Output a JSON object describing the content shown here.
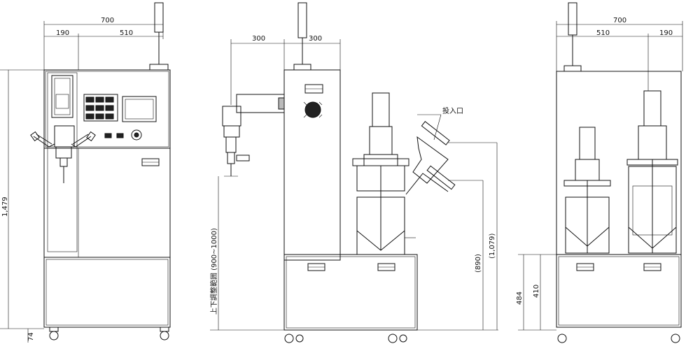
{
  "dimensions": {
    "left_width_total": "700",
    "left_width_a": "190",
    "left_width_b": "510",
    "left_height": "1,479",
    "left_base": "74",
    "side_arm": "300",
    "side_panel": "300",
    "adjust_range": "上下調整範囲 (900~1000)",
    "height_890": "(890)",
    "height_1079": "(1,079)",
    "inlet_label": "投入口",
    "right_width_total": "700",
    "right_width_a": "510",
    "right_width_b": "190",
    "right_height_484": "484",
    "right_height_410": "410"
  }
}
